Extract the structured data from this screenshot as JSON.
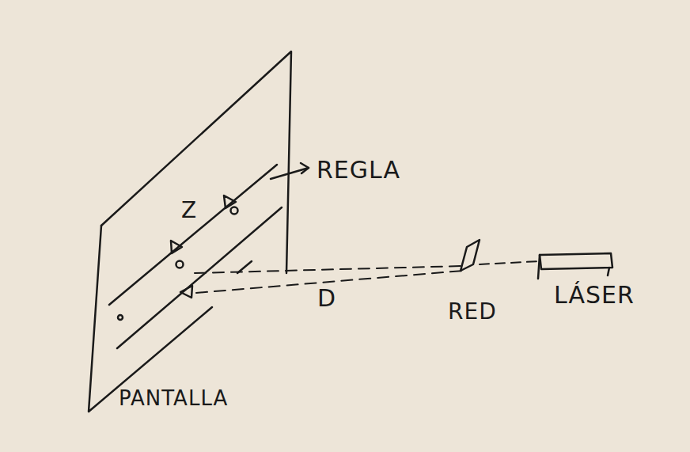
{
  "diagram": {
    "labels": [
      "REGLA",
      "Z",
      "D",
      "RED",
      "LÁSER",
      "PANTALLA"
    ]
  }
}
